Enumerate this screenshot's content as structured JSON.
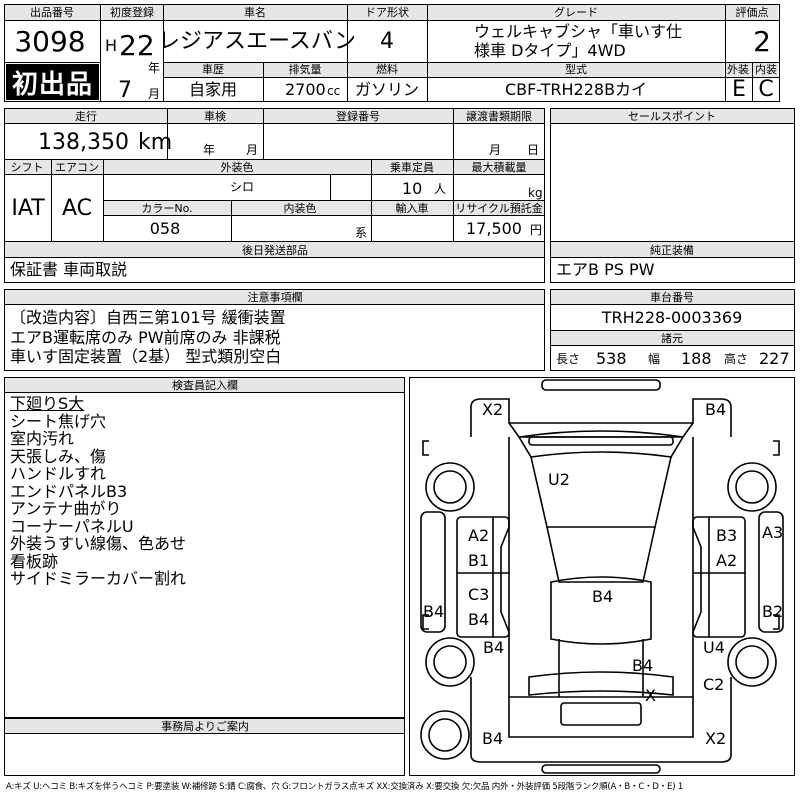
{
  "header": {
    "lot_label": "出品番号",
    "lot_no": "3098",
    "first_listing": "初出品",
    "reg_label": "初度登録",
    "reg_era": "H",
    "reg_year": "22",
    "year_unit": "年",
    "reg_month": "7",
    "month_unit": "月",
    "name_label": "車名",
    "car_name": "レジアスエースバン",
    "door_label": "ドア形状",
    "doors": "4",
    "grade_label": "グレード",
    "grade_line1": "ウェルキャブシャ「車いす仕",
    "grade_line2": "様車 Dタイプ」4WD",
    "score_label": "評価点",
    "score": "2",
    "history_label": "車歴",
    "history": "自家用",
    "disp_label": "排気量",
    "displacement": "2700",
    "disp_unit": "cc",
    "fuel_label": "燃料",
    "fuel": "ガソリン",
    "model_label": "型式",
    "model": "CBF-TRH228Bカイ",
    "ext_label": "外装",
    "ext_grade": "E",
    "int_label": "内装",
    "int_grade": "C"
  },
  "specs": {
    "mileage_label": "走行",
    "mileage": "138,350",
    "mileage_unit": "km",
    "inspection_label": "車検",
    "year_unit": "年",
    "month_unit": "月",
    "plate_label": "登録番号",
    "transfer_label": "譲渡書類期限",
    "day_unit": "日",
    "shift_label": "シフト",
    "shift": "IAT",
    "ac_label": "エアコン",
    "ac": "AC",
    "color_label": "外装色",
    "color": "シロ",
    "capacity_label": "乗車定員",
    "capacity": "10",
    "capacity_unit": "人",
    "load_label": "最大積載量",
    "load_unit": "kg",
    "color_no_label": "カラーNo.",
    "color_no": "058",
    "int_color_label": "内装色",
    "int_color_suffix": "系",
    "import_label": "輸入車",
    "recycle_label": "リサイクル預託金",
    "recycle": "17,500",
    "recycle_unit": "円"
  },
  "sales_point_label": "セールスポイント",
  "later_items": {
    "label": "後日発送部品",
    "value": "保証書 車両取説"
  },
  "equipment": {
    "label": "純正装備",
    "value": "エアB PS PW"
  },
  "notes": {
    "label": "注意事項欄",
    "lines": [
      "〔改造内容〕自西三第101号 緩衝装置",
      "エアB運転席のみ PW前席のみ 非課税",
      "車いす固定装置（2基） 型式類別空白"
    ]
  },
  "chassis": {
    "label": "車台番号",
    "value": "TRH228-0003369",
    "dims_label": "諸元",
    "len_label": "長さ",
    "length": "538",
    "width_label": "幅",
    "width": "188",
    "height_label": "高さ",
    "height": "227"
  },
  "inspector": {
    "label": "検査員記入欄",
    "lines": [
      "下廻りS大",
      "シート焦げ穴",
      "室内汚れ",
      "天張しみ、傷",
      "ハンドルすれ",
      "エンドパネルB3",
      "アンテナ曲がり",
      "コーナーパネルU",
      "外装うすい線傷、色あせ",
      "看板跡",
      "サイドミラーカバー割れ"
    ]
  },
  "office": {
    "label": "事務局よりご案内"
  },
  "diagram": {
    "marks": [
      "X2",
      "B4",
      "U2",
      "A2",
      "B1",
      "B3",
      "A2",
      "A3",
      "C3",
      "B4",
      "B4",
      "B4",
      "B2",
      "B4",
      "U4",
      "B4",
      "C2",
      "X",
      "B4",
      "X2"
    ]
  },
  "legend": "A:キズ U:ヘコミ B:キズを伴うヘコミ P:要塗装 W:補修跡 S:錆 C:腐食、穴 G:フロントガラス点キズ XX:交換済み X:要交換 欠:欠品 内外・外装評価 5段階ランク順(A・B・C・D・E) 1"
}
